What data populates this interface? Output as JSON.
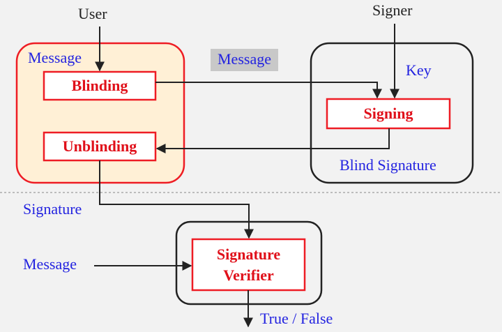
{
  "colors": {
    "background": "#f2f2f2",
    "box_red": "#ee1c24",
    "text_red": "#e0101a",
    "text_blue": "#2323e0",
    "user_box_fill": "#fff0d6",
    "line": "#222222",
    "highlight": "#c8c8c8",
    "separator": "#aaaaaa"
  },
  "actors": {
    "user": "User",
    "signer": "Signer"
  },
  "labels": {
    "message_user": "Message",
    "message_sent": "Message",
    "key": "Key",
    "blind_signature": "Blind Signature",
    "signature": "Signature",
    "message_verifier": "Message",
    "result": "True / False"
  },
  "boxes": {
    "blinding": "Blinding",
    "unblinding": "Unblinding",
    "signing": "Signing",
    "verifier_line1": "Signature",
    "verifier_line2": "Verifier"
  }
}
